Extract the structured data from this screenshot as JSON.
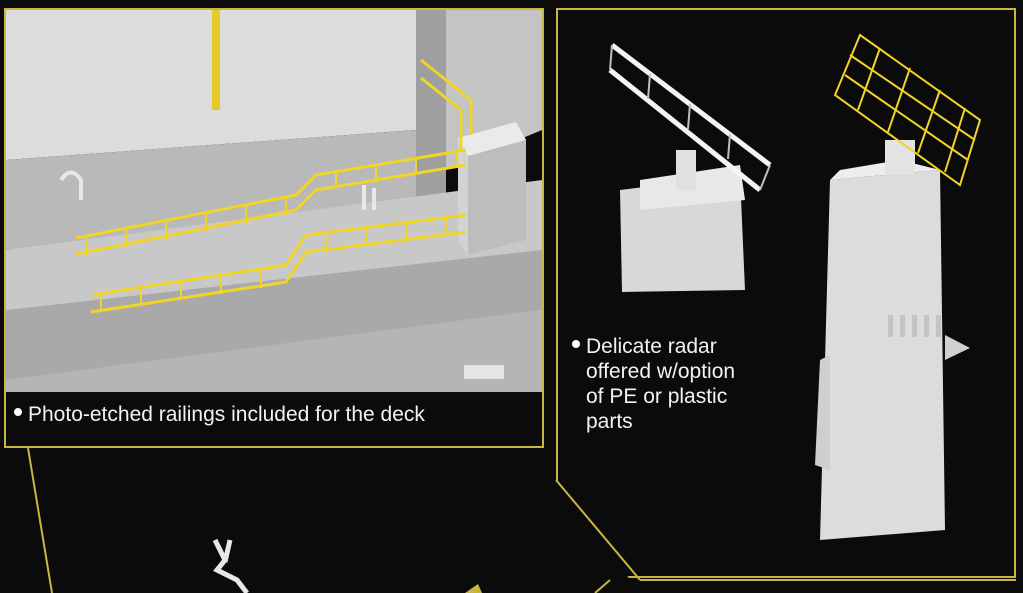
{
  "captions": {
    "railings": "Photo-etched railings included for the deck",
    "radar_lines": [
      "Delicate radar",
      "offered w/option",
      "of PE or plastic",
      "parts"
    ]
  },
  "colors": {
    "frame": "#c9b640",
    "railing": "#f0d42a",
    "background": "#0c0b0b",
    "hull": "#d6d6d6"
  }
}
